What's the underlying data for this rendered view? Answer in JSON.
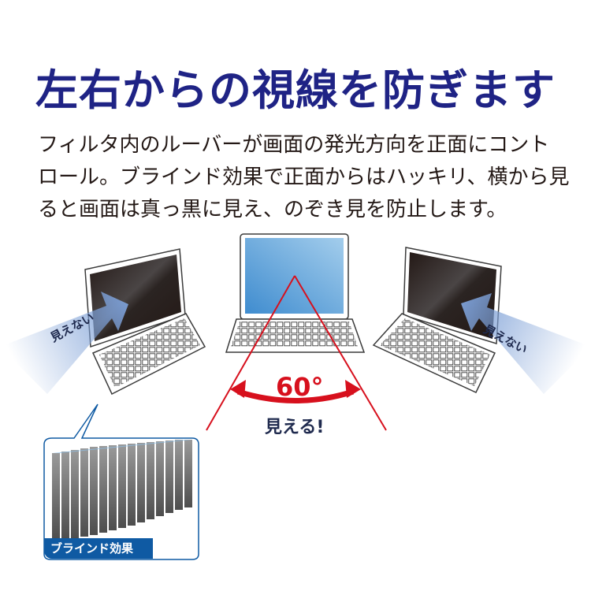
{
  "title": "左右からの視線を防ぎます",
  "description": {
    "lines": [
      "フィルタ内のルーバーが画面の発光方向を正面にコント",
      "ロール。ブラインド効果で正面からはハッキリ、横から見",
      "ると画面は真っ黒に見え、のぞき見を防止します。"
    ]
  },
  "diagram": {
    "left_label": "見えない",
    "right_label": "見えない",
    "angle_label": "60°",
    "center_label": "見える!",
    "inset_label": "ブラインド効果"
  },
  "colors": {
    "title": "#1f2385",
    "body_text": "#231815",
    "accent_red": "#d7101d",
    "screen_blue": "#5b9bd5",
    "arrow_blue": "#8eaedc",
    "inset_blue": "#0f5aa3"
  }
}
